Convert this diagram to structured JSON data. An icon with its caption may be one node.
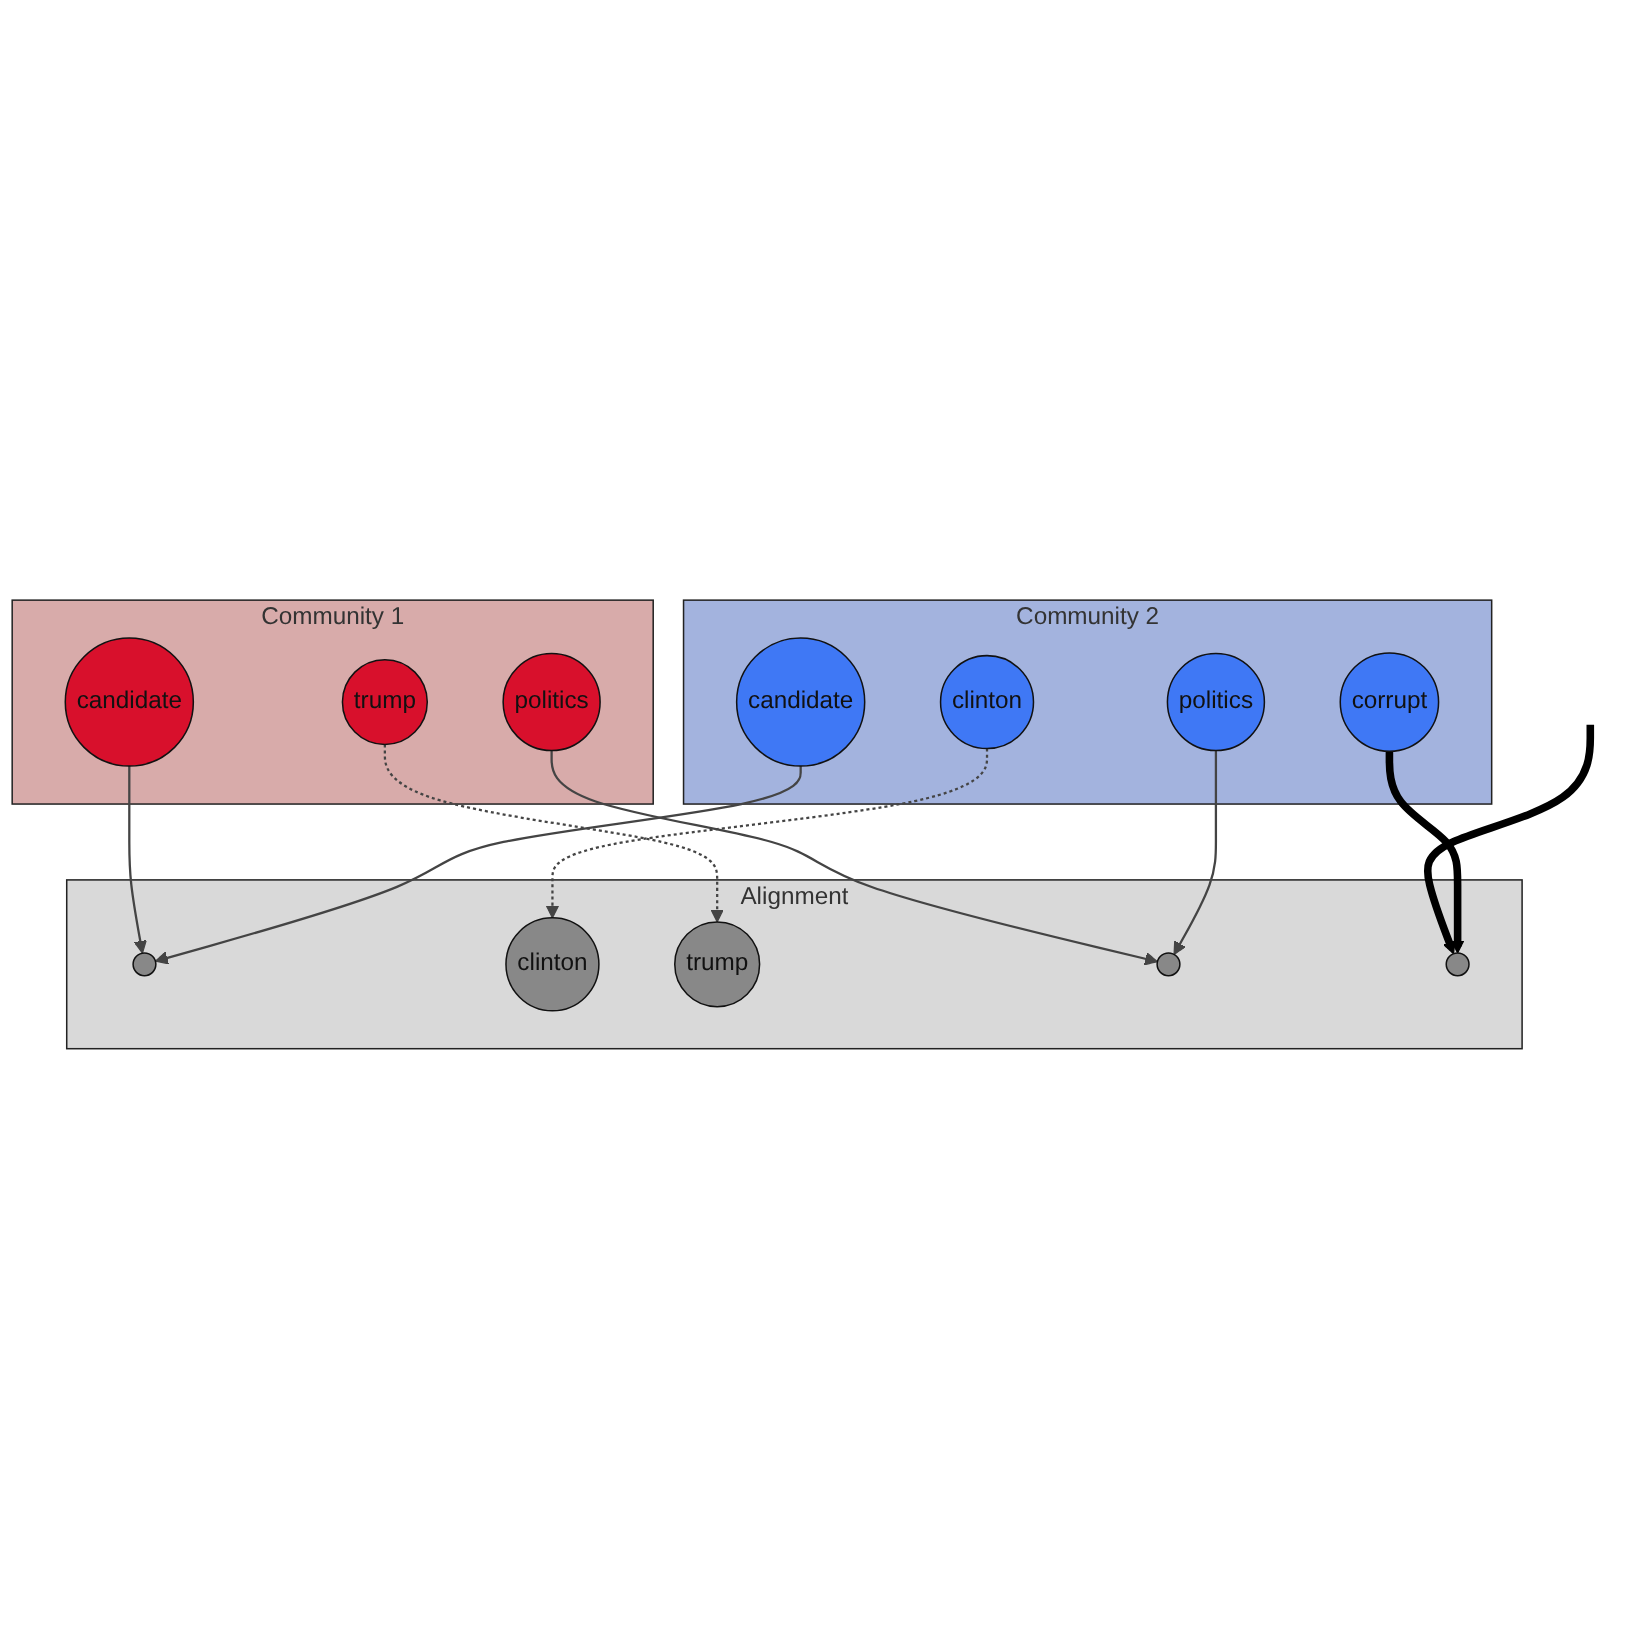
{
  "diagram": {
    "nodes": [
      {
        "text": [
          "Community 2"
        ]
      },
      {
        "text": [
          "candidate"
        ],
        "in": 0
      },
      {
        "text": [
          "clinton"
        ],
        "in": 0
      },
      {
        "text": [
          "politics"
        ],
        "in": 0
      },
      {
        "text": [
          "corrupt"
        ],
        "in": 0
      },
      {
        "text": [
          "Alignment"
        ]
      },
      {
        "text": [],
        "shape": "circle",
        "in": 5
      },
      {
        "text": [
          "clinton"
        ],
        "in": 5
      },
      {
        "text": [
          "trump"
        ],
        "in": 5
      },
      {
        "text": [],
        "shape": "circle",
        "in": 5
      },
      {
        "text": [],
        "shape": "circle",
        "in": 5
      },
      {
        "text": [
          "Community 1"
        ]
      },
      {
        "text": [
          "candidate"
        ],
        "in": 11
      },
      {
        "text": [
          "trump"
        ],
        "in": 11
      },
      {
        "text": [
          "politics"
        ],
        "in": 11
      }
    ],
    "edges": [
      {
        "from": 1,
        "to": 6,
        "arrow": "to"
      },
      {
        "from": 12,
        "to": 6,
        "arrow": "to"
      },
      {
        "from": 2,
        "to": 7,
        "arrow": "to",
        "style": "dashed"
      },
      {
        "from": 13,
        "to": 8,
        "arrow": "to",
        "style": "dashed"
      },
      {
        "from": 3,
        "to": 9,
        "arrow": "to"
      },
      {
        "from": 14,
        "to": 9,
        "arrow": "to"
      },
      {
        "from": 4,
        "to": 10,
        "arrow": "to",
        "style": "thick",
        "color": "#000000"
      },
      {
        "from": null,
        "to": 10,
        "arrow": "to",
        "style": "thick",
        "color": "#000000"
      }
    ]
  }
}
